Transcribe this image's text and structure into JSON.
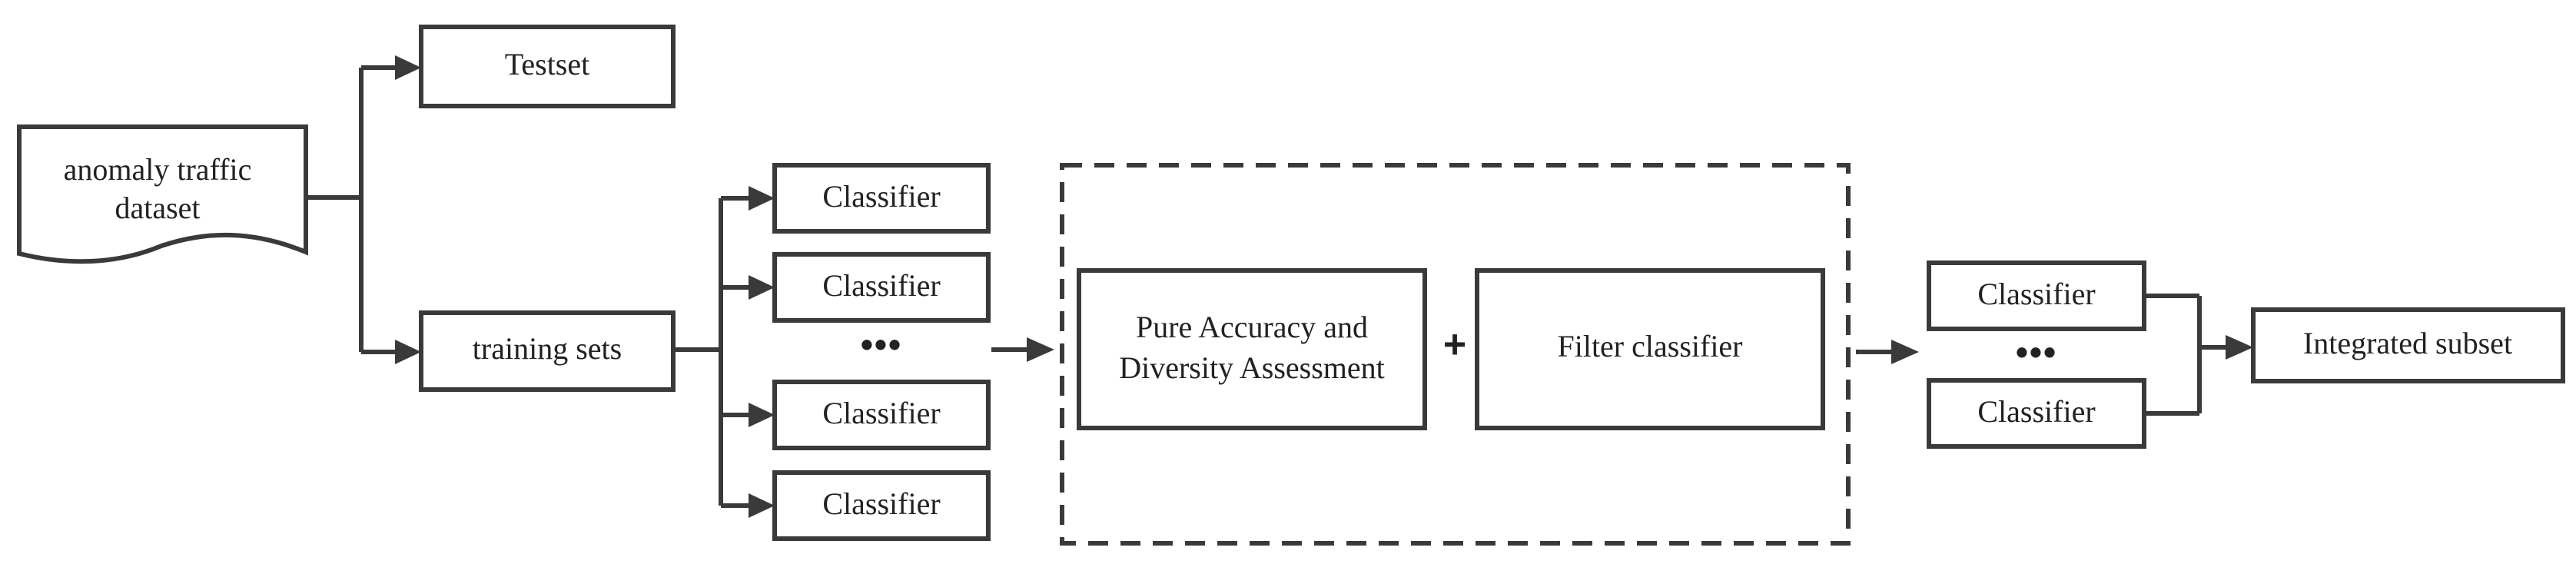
{
  "nodes": {
    "dataset": {
      "line1": "anomaly traffic",
      "line2": "dataset"
    },
    "testset": "Testset",
    "training_sets": "training sets",
    "classifiers": [
      "Classifier",
      "Classifier",
      "Classifier",
      "Classifier"
    ],
    "ellipsis": "•••",
    "assessment": {
      "line1": "Pure Accuracy and",
      "line2": "Diversity Assessment"
    },
    "plus": "+",
    "filter": "Filter classifier",
    "selected_classifiers": [
      "Classifier",
      "Classifier"
    ],
    "integrated_subset": "Integrated subset"
  },
  "colors": {
    "stroke": "#3a3a3a",
    "text": "#222222",
    "background": "#ffffff"
  }
}
